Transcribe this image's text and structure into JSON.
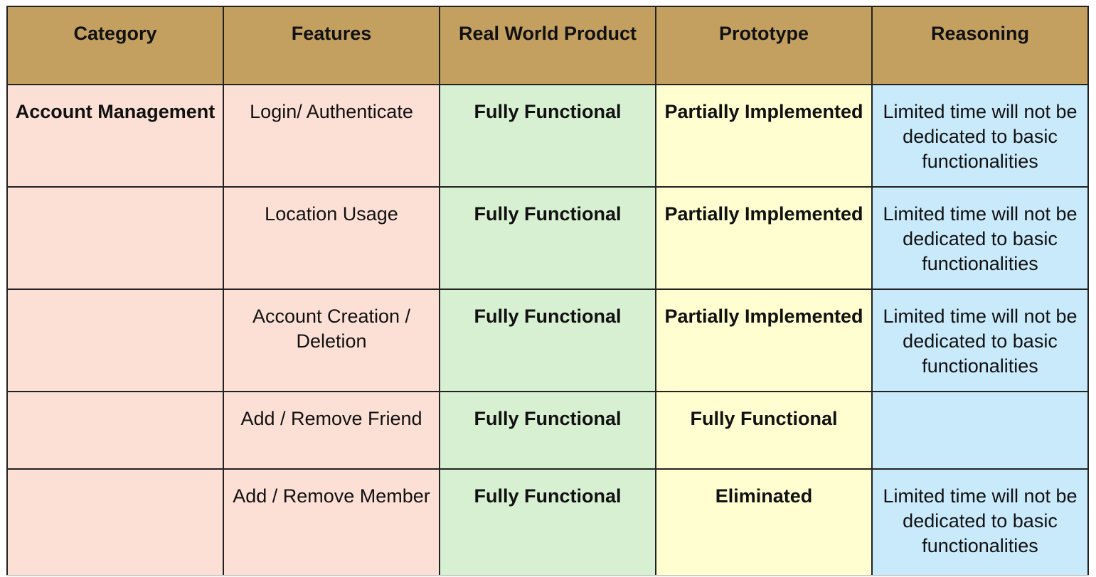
{
  "headers": [
    "Category",
    "Features",
    "Real World Product",
    "Prototype",
    "Reasoning"
  ],
  "rows": [
    {
      "category": "Account Management",
      "feature": "Login/ Authenticate",
      "real_world": "Fully Functional",
      "prototype": "Partially Implemented",
      "reasoning": "Limited time will not be dedicated to basic functionalities"
    },
    {
      "category": "",
      "feature": "Location Usage",
      "real_world": "Fully Functional",
      "prototype": "Partially Implemented",
      "reasoning": "Limited time will not be dedicated to basic functionalities"
    },
    {
      "category": "",
      "feature": "Account Creation / Deletion",
      "real_world": "Fully Functional",
      "prototype": "Partially Implemented",
      "reasoning": "Limited time will not be dedicated to basic functionalities"
    },
    {
      "category": "",
      "feature": "Add / Remove Friend",
      "real_world": "Fully Functional",
      "prototype": "Fully Functional",
      "reasoning": ""
    },
    {
      "category": "",
      "feature": "Add / Remove Member",
      "real_world": "Fully Functional",
      "prototype": "Eliminated",
      "reasoning": "Limited time will not be dedicated to basic functionalities"
    }
  ],
  "colors": {
    "header_bg": "#c3a060",
    "category_feature_bg": "#fce0d6",
    "real_world_bg": "#d8f0d2",
    "prototype_bg": "#fefed0",
    "reasoning_bg": "#c9eafb"
  }
}
